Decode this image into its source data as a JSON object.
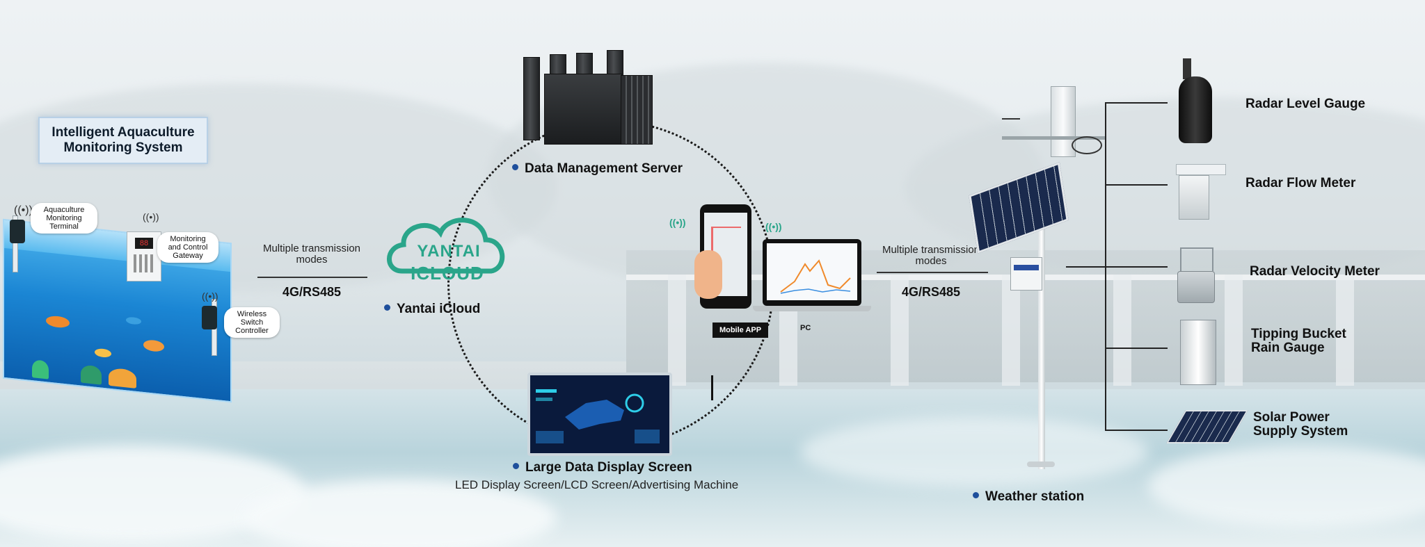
{
  "left": {
    "title_line1": "Intelligent Aquaculture",
    "title_line2": "Monitoring System",
    "terminal_label": [
      "Aquaculture",
      "Monitoring",
      "Terminal"
    ],
    "gateway_label": [
      "Monitoring",
      "and Control",
      "Gateway"
    ],
    "controller_label": [
      "Wireless",
      "Switch",
      "Controller"
    ]
  },
  "left_link": {
    "modes_line1": "Multiple transmission",
    "modes_line2": "modes",
    "protocol": "4G/RS485"
  },
  "center": {
    "server_label": "Data Management Server",
    "cloud_logo_top": "YANTAI",
    "cloud_logo_bottom": "ICLOUD",
    "cloud_label": "Yantai iCloud",
    "mobile_label": "Mobile APP",
    "pc_label": "PC",
    "screen_label": "Large Data Display Screen",
    "screen_sublabel": "LED Display Screen/LCD Screen/Advertising Machine"
  },
  "right_link": {
    "modes_line1": "Multiple transmission",
    "modes_line2": "modes",
    "protocol": "4G/RS485"
  },
  "right": {
    "station_label": "Weather station",
    "sensors": [
      {
        "line1": "Radar Level Gauge",
        "line2": ""
      },
      {
        "line1": "Radar Flow Meter",
        "line2": ""
      },
      {
        "line1": "Radar Velocity Meter",
        "line2": ""
      },
      {
        "line1": "Tipping Bucket",
        "line2": "Rain Gauge"
      },
      {
        "line1": "Solar Power",
        "line2": "Supply System"
      }
    ]
  },
  "colors": {
    "accent_dot": "#1e4f9c",
    "cloud_green": "#2aa58a",
    "tank_blue": "#1b86d4"
  }
}
